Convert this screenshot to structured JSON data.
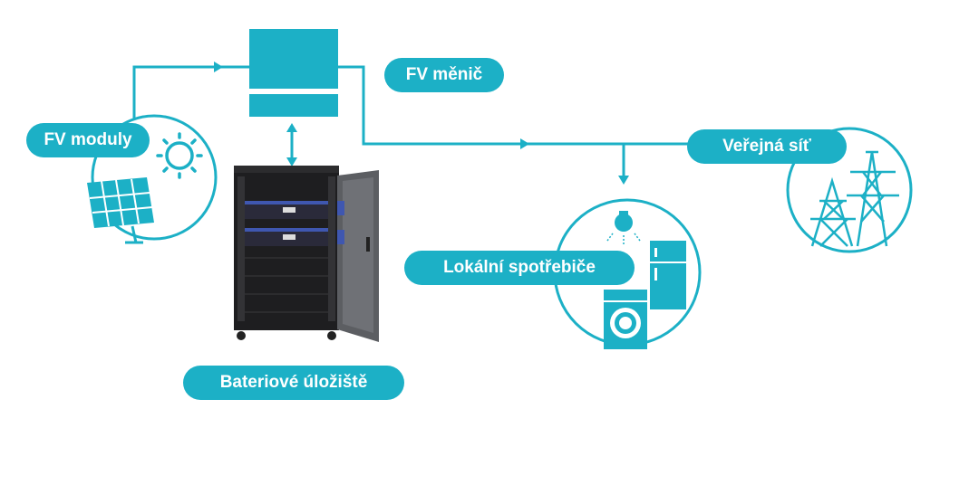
{
  "diagram": {
    "accent_color": "#1cb0c6",
    "labels": {
      "pv_modules": "FV moduly",
      "pv_inverter": "FV měnič",
      "public_grid": "Veřejná síť",
      "local_appliances": "Lokální spotřebiče",
      "battery_storage": "Bateriové úložiště"
    },
    "icons": {
      "pv_modules": "solar-panel-sun-icon",
      "pv_inverter": "inverter-icon",
      "battery_storage": "battery-cabinet-icon",
      "local_appliances": "appliances-icon",
      "public_grid": "power-pylon-icon"
    }
  }
}
